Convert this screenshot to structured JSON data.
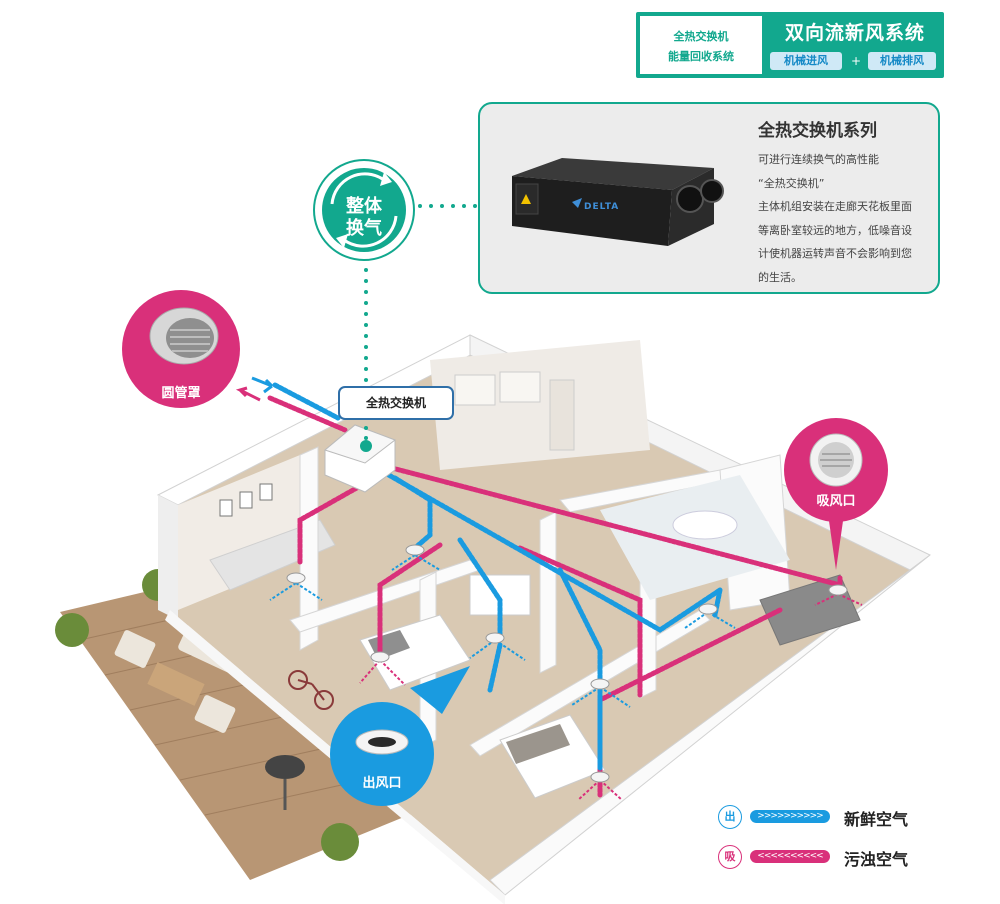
{
  "header": {
    "left_line1": "全热交换机",
    "left_line2": "能量回收系统",
    "title": "双向流新风系统",
    "chip1": "机械进风",
    "plus": "+",
    "chip2": "机械排风"
  },
  "card": {
    "title": "全热交换机系列",
    "description": "可进行连续换气的高性能\n“全热交换机”\n主体机组安装在走廊天花板里面\n等离卧室较远的地方，低噪音设\n计使机器运转声音不会影响到您\n的生活。",
    "brand": "DELTA"
  },
  "cycle_badge": {
    "line1": "整体",
    "line2": "换气"
  },
  "unit_label": "全热交换机",
  "tags": {
    "round_cover": "圆管罩",
    "intake_vent": "吸风口",
    "outlet_vent": "出风口"
  },
  "legend": [
    {
      "icon": "出",
      "arrows": ">>>>>>>>>>",
      "label": "新鲜空气",
      "color": "#1a9be0"
    },
    {
      "icon": "吸",
      "arrows": "<<<<<<<<<<",
      "label": "污浊空气",
      "color": "#d9307a"
    }
  ],
  "colors": {
    "accent": "#12a88e",
    "fresh": "#1a9be0",
    "exhaust": "#d9307a"
  }
}
